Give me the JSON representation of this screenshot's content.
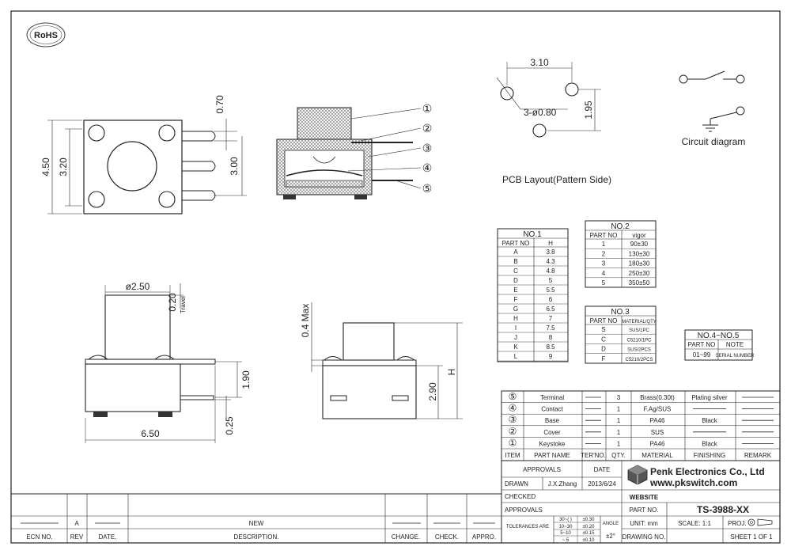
{
  "rohs": {
    "label": "RoHS"
  },
  "top_view": {
    "dim_height": "4.50",
    "dim_inner": "3.20",
    "dim_pin_width": "0.70",
    "dim_pin_span": "3.00"
  },
  "section_view": {
    "callouts": [
      "①",
      "②",
      "③",
      "④",
      "⑤"
    ]
  },
  "pcb": {
    "dim_pitch_x": "3.10",
    "dim_pitch_y": "1.95",
    "dim_holes": "3-ø0.80",
    "title": "PCB Layout(Pattern Side)"
  },
  "circuit": {
    "caption": "Circuit diagram"
  },
  "front_view": {
    "dim_diameter": "ø2.50",
    "dim_travel": "0.20",
    "travel_label": "Travel",
    "dim_pin_height": "1.90",
    "dim_pin_thick": "0.25",
    "dim_width": "6.50"
  },
  "side_view": {
    "dim_max": "0.4 Max",
    "dim_body": "2.90",
    "dim_h": "H"
  },
  "table_no1": {
    "title": "NO.1",
    "headers": [
      "PART NO",
      "H"
    ],
    "rows": [
      [
        "A",
        "3.8"
      ],
      [
        "B",
        "4.3"
      ],
      [
        "C",
        "4.8"
      ],
      [
        "D",
        "5"
      ],
      [
        "E",
        "5.5"
      ],
      [
        "F",
        "6"
      ],
      [
        "G",
        "6.5"
      ],
      [
        "H",
        "7"
      ],
      [
        "I",
        "7.5"
      ],
      [
        "J",
        "8"
      ],
      [
        "K",
        "8.5"
      ],
      [
        "L",
        "9"
      ]
    ]
  },
  "table_no2": {
    "title": "NO.2",
    "headers": [
      "PART NO",
      "vigor"
    ],
    "rows": [
      [
        "1",
        "90±30"
      ],
      [
        "2",
        "130±30"
      ],
      [
        "3",
        "180±30"
      ],
      [
        "4",
        "250±30"
      ],
      [
        "5",
        "350±50"
      ]
    ]
  },
  "table_no3": {
    "title": "NO.3",
    "headers": [
      "PART NO",
      "MATERIAL/QTY"
    ],
    "rows": [
      [
        "S",
        "SUS/1PC"
      ],
      [
        "C",
        "C5210/1PC"
      ],
      [
        "D",
        "SUS/2PCS"
      ],
      [
        "F",
        "C5210/2PCS"
      ]
    ]
  },
  "table_no45": {
    "title": "NO.4~NO.5",
    "headers": [
      "PART NO",
      "NOTE"
    ],
    "rows": [
      [
        "01~99",
        "SERIAL NUMBER"
      ]
    ]
  },
  "bom": {
    "headers": [
      "ITEM",
      "PART NAME",
      "TER'NO.",
      "QTY.",
      "MATERIAL",
      "FINISHING",
      "REMARK"
    ],
    "rows": [
      {
        "item": "⑤",
        "name": "Terminal",
        "ter": "",
        "qty": "3",
        "material": "Brass(0.30t)",
        "finishing": "Plating silver",
        "remark": ""
      },
      {
        "item": "④",
        "name": "Contact",
        "ter": "",
        "qty": "1",
        "material": "F.Ag/SUS",
        "finishing": "",
        "remark": ""
      },
      {
        "item": "③",
        "name": "Base",
        "ter": "",
        "qty": "1",
        "material": "PA46",
        "finishing": "Black",
        "remark": ""
      },
      {
        "item": "②",
        "name": "Cover",
        "ter": "",
        "qty": "1",
        "material": "SUS",
        "finishing": "",
        "remark": ""
      },
      {
        "item": "①",
        "name": "Keystoke",
        "ter": "",
        "qty": "1",
        "material": "PA46",
        "finishing": "Black",
        "remark": ""
      }
    ]
  },
  "title_block": {
    "approvals": "APPROVALS",
    "date": "DATE",
    "drawn": "DRAWN",
    "drawn_by": "J.X.Zhang",
    "drawn_date": "2013/6/24",
    "checked": "CHECKED",
    "approvals2": "APPROVALS",
    "tolerances": "TOLERANCES ARE",
    "tol_ranges": [
      "30~(      )",
      "10~30",
      "5~10",
      "~ 5"
    ],
    "tol_values": [
      "±0.30",
      "±0.20",
      "±0.15",
      "±0.10"
    ],
    "angle_label": "ANGLE",
    "angle_value": "±2°",
    "company": "Penk Electronics Co., Ltd",
    "website": "www.pkswitch.com",
    "website_label": "WEBSITE",
    "part_no_label": "PART NO.",
    "part_no": "TS-3988-XX",
    "unit": "UNIT: mm",
    "scale": "SCALE:  1:1",
    "proj": "PROJ.",
    "drawing_no": "DRAWING NO.",
    "sheet": "SHEET  1 OF 1"
  },
  "revision": {
    "headers": [
      "ECN NO.",
      "REV",
      "DATE.",
      "DESCRIPTION.",
      "CHANGE.",
      "CHECK.",
      "APPRO."
    ],
    "row": {
      "rev": "A",
      "desc": "NEW"
    }
  }
}
